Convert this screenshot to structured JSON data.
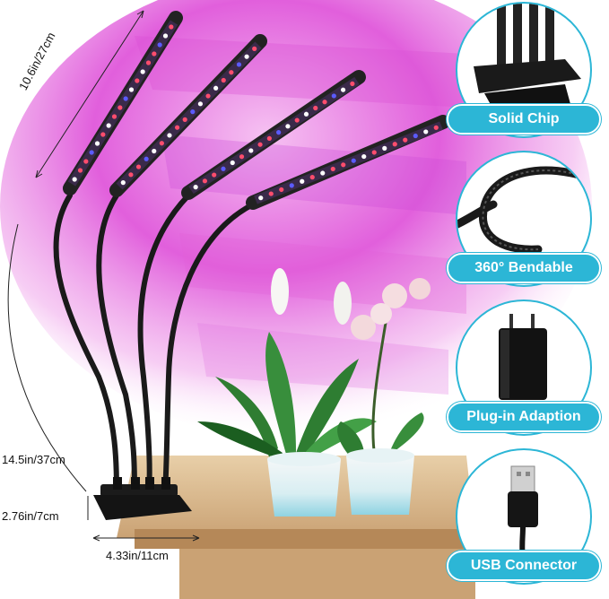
{
  "dimensions": {
    "lamp_length": "10.6in/27cm",
    "total_height": "14.5in/37cm",
    "clip_height": "2.76in/7cm",
    "clip_width": "4.33in/11cm"
  },
  "features": [
    {
      "label": "Solid Chip",
      "icon": "clamp-icon"
    },
    {
      "label": "360° Bendable",
      "icon": "gooseneck-icon"
    },
    {
      "label": "Plug-in Adaption",
      "icon": "power-adapter-icon"
    },
    {
      "label": "USB Connector",
      "icon": "usb-plug-icon"
    }
  ],
  "colors": {
    "accent": "#2cb6d6",
    "glow": "#e040d8",
    "wood": "#d9b98e"
  }
}
